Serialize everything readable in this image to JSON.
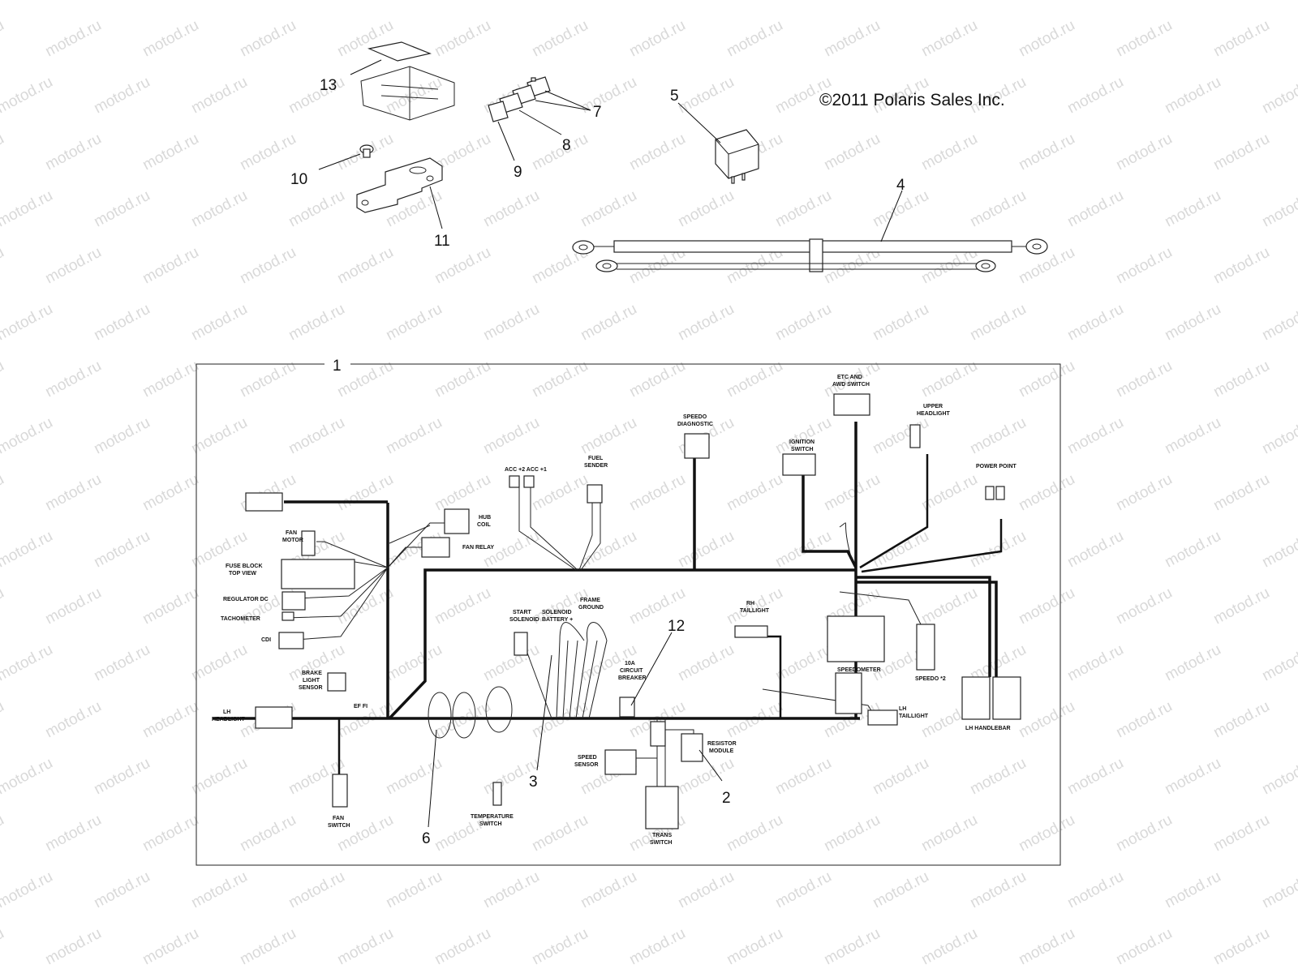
{
  "copyright": "©2011 Polaris Sales Inc.",
  "watermark": "motod.ru",
  "callouts": {
    "c1": "1",
    "c2": "2",
    "c3": "3",
    "c4": "4",
    "c5": "5",
    "c6": "6",
    "c7": "7",
    "c8": "8",
    "c9": "9",
    "c10": "10",
    "c11": "11",
    "c12": "12",
    "c13": "13"
  },
  "components": {
    "etc_switch_1": "ETC AND",
    "etc_switch_2": "AWD SWITCH",
    "upper_headlight_1": "UPPER",
    "upper_headlight_2": "HEADLIGHT",
    "speedo_diag_1": "SPEEDO",
    "speedo_diag_2": "DIAGNOSTIC",
    "ignition_1": "IGNITION",
    "ignition_2": "SWITCH",
    "acc": "ACC +2  ACC +1",
    "fuel_sender_1": "FUEL",
    "fuel_sender_2": "SENDER",
    "power_point": "POWER POINT",
    "hub_coil_1": "HUB",
    "hub_coil_2": "COIL",
    "fan_relay": "FAN RELAY",
    "fan_motor_1": "FAN",
    "fan_motor_2": "MOTOR",
    "fuse_block_1": "FUSE BLOCK",
    "fuse_block_2": "TOP VIEW",
    "regulator": "REGULATOR DC",
    "tachometer": "TACHOMETER",
    "cdi": "CDI",
    "brake_1": "BRAKE",
    "brake_2": "LIGHT",
    "brake_3": "SENSOR",
    "lh_headlight_1": "LH",
    "lh_headlight_2": "HEADLIGHT",
    "fan_switch_1": "FAN",
    "fan_switch_2": "SWITCH",
    "start_solenoid_1": "START",
    "start_solenoid_2": "SOLENOID",
    "solenoid_battery_1": "SOLENOID",
    "solenoid_battery_2": "BATTERY +",
    "frame_ground_1": "FRAME",
    "frame_ground_2": "GROUND",
    "circuit_breaker_1": "10A",
    "circuit_breaker_2": "CIRCUIT",
    "circuit_breaker_3": "BREAKER",
    "rh_taillight_1": "RH",
    "rh_taillight_2": "TAILLIGHT",
    "speedometer": "SPEEDOMETER",
    "speedo2": "SPEEDO *2",
    "lh_taillight_1": "LH",
    "lh_taillight_2": "TAILLIGHT",
    "lh_handlebar": "LH HANDLEBAR",
    "resistor_1": "RESISTOR",
    "resistor_2": "MODULE",
    "speed_sensor_1": "SPEED",
    "speed_sensor_2": "SENSOR",
    "trans_switch_1": "TRANS",
    "trans_switch_2": "SWITCH",
    "temp_switch_1": "TEMPERATURE",
    "temp_switch_2": "SWITCH",
    "efi": "EF FI"
  }
}
